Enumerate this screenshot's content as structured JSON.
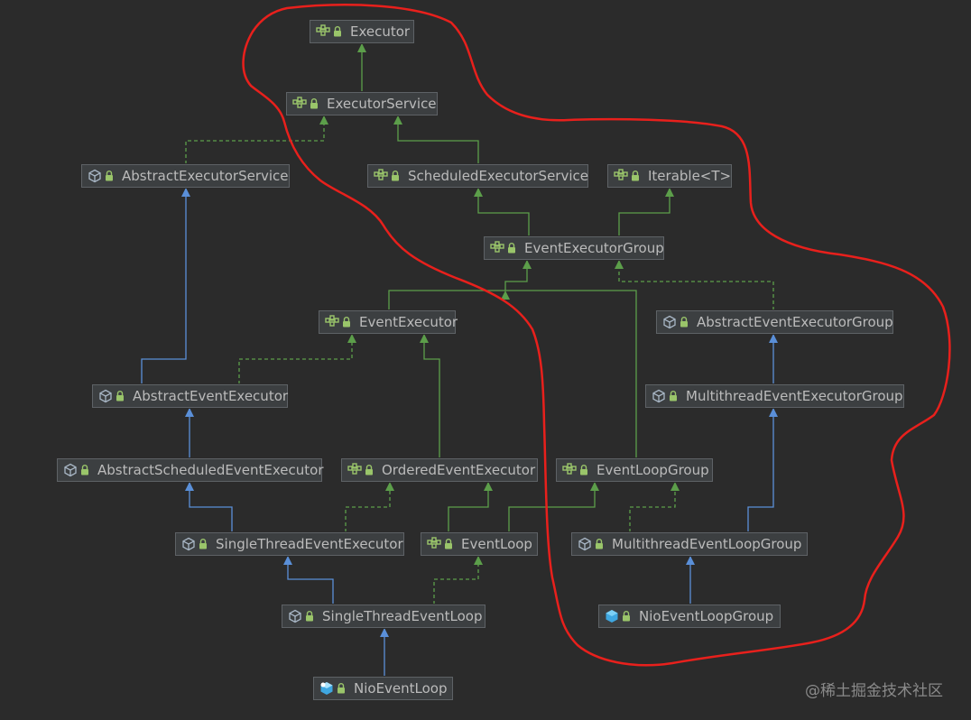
{
  "nodes": [
    {
      "id": "Executor",
      "label": "Executor",
      "kind": "interface"
    },
    {
      "id": "ExecutorService",
      "label": "ExecutorService",
      "kind": "interface"
    },
    {
      "id": "AbstractExecutorService",
      "label": "AbstractExecutorService",
      "kind": "abstract-class"
    },
    {
      "id": "ScheduledExecutorService",
      "label": "ScheduledExecutorService",
      "kind": "interface"
    },
    {
      "id": "Iterable",
      "label": "Iterable<T>",
      "kind": "interface"
    },
    {
      "id": "EventExecutorGroup",
      "label": "EventExecutorGroup",
      "kind": "interface"
    },
    {
      "id": "EventExecutor",
      "label": "EventExecutor",
      "kind": "interface"
    },
    {
      "id": "AbstractEventExecutorGroup",
      "label": "AbstractEventExecutorGroup",
      "kind": "abstract-class"
    },
    {
      "id": "AbstractEventExecutor",
      "label": "AbstractEventExecutor",
      "kind": "abstract-class"
    },
    {
      "id": "MultithreadEventExecutorGroup",
      "label": "MultithreadEventExecutorGroup",
      "kind": "abstract-class"
    },
    {
      "id": "AbstractScheduledEventExecutor",
      "label": "AbstractScheduledEventExecutor",
      "kind": "abstract-class"
    },
    {
      "id": "OrderedEventExecutor",
      "label": "OrderedEventExecutor",
      "kind": "interface"
    },
    {
      "id": "EventLoopGroup",
      "label": "EventLoopGroup",
      "kind": "interface"
    },
    {
      "id": "SingleThreadEventExecutor",
      "label": "SingleThreadEventExecutor",
      "kind": "abstract-class"
    },
    {
      "id": "EventLoop",
      "label": "EventLoop",
      "kind": "interface"
    },
    {
      "id": "MultithreadEventLoopGroup",
      "label": "MultithreadEventLoopGroup",
      "kind": "abstract-class"
    },
    {
      "id": "SingleThreadEventLoop",
      "label": "SingleThreadEventLoop",
      "kind": "abstract-class"
    },
    {
      "id": "NioEventLoopGroup",
      "label": "NioEventLoopGroup",
      "kind": "class"
    },
    {
      "id": "NioEventLoop",
      "label": "NioEventLoop",
      "kind": "final-class"
    }
  ],
  "edges": [
    {
      "from": "ExecutorService",
      "to": "Executor",
      "type": "extends-interface"
    },
    {
      "from": "AbstractExecutorService",
      "to": "ExecutorService",
      "type": "implements"
    },
    {
      "from": "ScheduledExecutorService",
      "to": "ExecutorService",
      "type": "extends-interface"
    },
    {
      "from": "EventExecutorGroup",
      "to": "ScheduledExecutorService",
      "type": "extends-interface"
    },
    {
      "from": "EventExecutorGroup",
      "to": "Iterable",
      "type": "extends-interface"
    },
    {
      "from": "EventExecutor",
      "to": "EventExecutorGroup",
      "type": "extends-interface"
    },
    {
      "from": "EventLoopGroup",
      "to": "EventExecutorGroup",
      "type": "extends-interface"
    },
    {
      "from": "AbstractEventExecutorGroup",
      "to": "EventExecutorGroup",
      "type": "implements"
    },
    {
      "from": "AbstractEventExecutor",
      "to": "AbstractExecutorService",
      "type": "extends"
    },
    {
      "from": "AbstractEventExecutor",
      "to": "EventExecutor",
      "type": "implements"
    },
    {
      "from": "MultithreadEventExecutorGroup",
      "to": "AbstractEventExecutorGroup",
      "type": "extends"
    },
    {
      "from": "AbstractScheduledEventExecutor",
      "to": "AbstractEventExecutor",
      "type": "extends"
    },
    {
      "from": "OrderedEventExecutor",
      "to": "EventExecutor",
      "type": "extends-interface"
    },
    {
      "from": "SingleThreadEventExecutor",
      "to": "AbstractScheduledEventExecutor",
      "type": "extends"
    },
    {
      "from": "SingleThreadEventExecutor",
      "to": "OrderedEventExecutor",
      "type": "implements"
    },
    {
      "from": "EventLoop",
      "to": "OrderedEventExecutor",
      "type": "extends-interface"
    },
    {
      "from": "EventLoop",
      "to": "EventLoopGroup",
      "type": "extends-interface"
    },
    {
      "from": "MultithreadEventLoopGroup",
      "to": "MultithreadEventExecutorGroup",
      "type": "extends"
    },
    {
      "from": "MultithreadEventLoopGroup",
      "to": "EventLoopGroup",
      "type": "implements"
    },
    {
      "from": "SingleThreadEventLoop",
      "to": "SingleThreadEventExecutor",
      "type": "extends"
    },
    {
      "from": "SingleThreadEventLoop",
      "to": "EventLoop",
      "type": "implements"
    },
    {
      "from": "NioEventLoopGroup",
      "to": "MultithreadEventLoopGroup",
      "type": "extends"
    },
    {
      "from": "NioEventLoop",
      "to": "SingleThreadEventLoop",
      "type": "extends"
    }
  ],
  "colors": {
    "background": "#2b2b2b",
    "node_fill": "#3c3f41",
    "node_border": "#5e6266",
    "node_text": "#bbbbbb",
    "interface_edge": "#5c9e4a",
    "class_edge": "#5a8fd8",
    "highlight": "#e8201c",
    "watermark": "#8a8a8a"
  },
  "highlight_annotation": {
    "shape": "freehand-loop",
    "color": "#e8201c"
  },
  "watermark": "@稀土掘金技术社区"
}
